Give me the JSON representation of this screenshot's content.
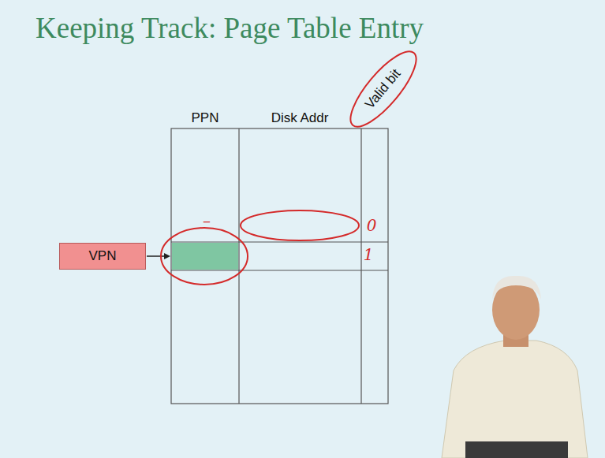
{
  "diagram": {
    "title": "Keeping Track: Page Table Entry",
    "nodes": [
      {
        "text": [
          "VPN"
        ]
      }
    ],
    "labels": [
      "PPN",
      "Disk Addr",
      "Valid bit",
      "–",
      "0",
      "1"
    ]
  }
}
